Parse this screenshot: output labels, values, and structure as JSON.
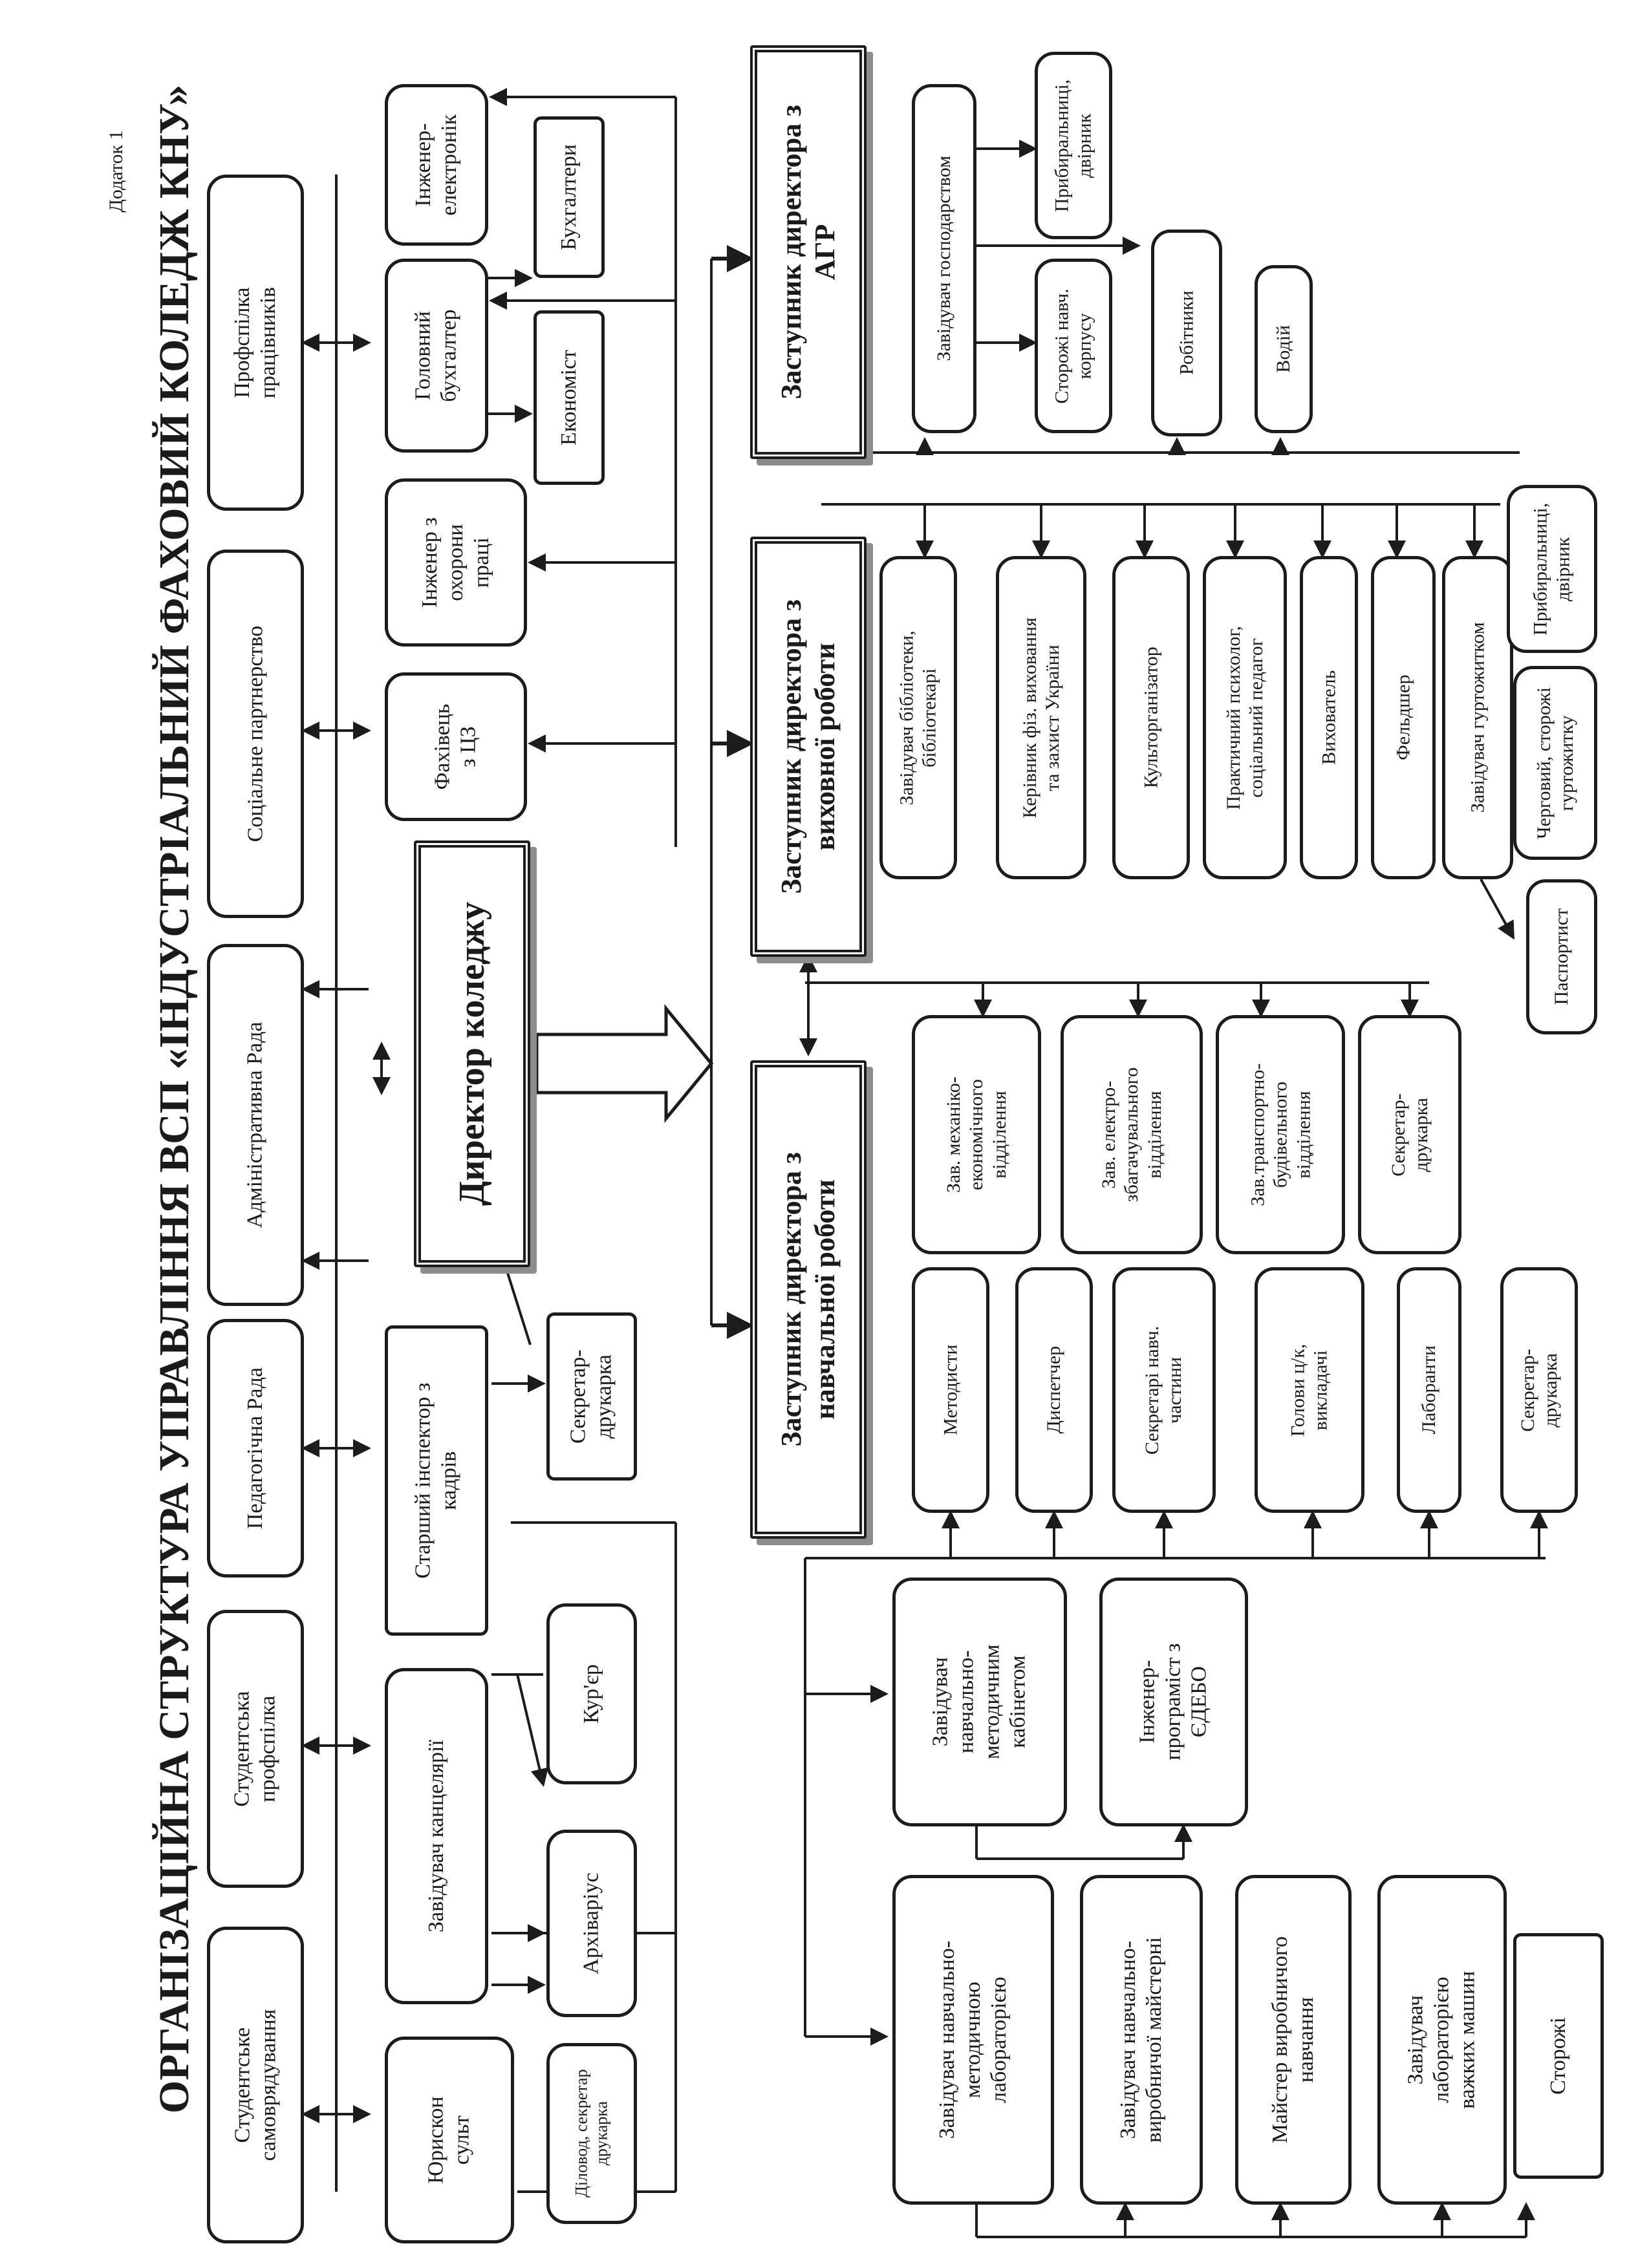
{
  "header": {
    "appendix": "Додаток 1",
    "title": "ОРГАНІЗАЦІЙНА СТРУКТУРА УПРАВЛІННЯ ВСП «ІНДУСТРІАЛЬНИЙ ФАХОВИЙ КОЛЕДЖ КНУ»"
  },
  "director": {
    "label": "Директор коледжу"
  },
  "deputies": {
    "agr": "Заступник директора з\nАГР",
    "educational": "Заступник директора з\nвиховної роботи",
    "academic": "Заступник директора з\nнавчальної роботи"
  },
  "councils": {
    "union": "Профспілка\nпрацівників",
    "partnership": "Соціальне партнерство",
    "admin_council": "Адміністративна Рада",
    "ped_council": "Педагогічна Рада",
    "student_union": "Студентська\nпрофспілка",
    "self_government": "Студентське\nсамоврядування"
  },
  "staff": {
    "engineer_electronics": "Інженер-\nелектронік",
    "accountants": "Бухгалтери",
    "chief_accountant": "Головний\nбухгалтер",
    "economist": "Економіст",
    "safety_engineer": "Інженер з\nохорони\nпраці",
    "civil_defense": "Фахівець\nз ЦЗ",
    "hr_inspector": "Старший інспектор з\nкадрів",
    "hr_secretary": "Секретар-\nдрукарка",
    "office_head": "Завідувач канцелярії",
    "courier": "Кур'єр",
    "archivist": "Архіваріус",
    "clerk": "Діловод, секретар\nдрукарка",
    "legal": "Юрискон\nсульт"
  },
  "agr_staff": {
    "housekeeping_head": "Завідувач господарством",
    "cleaners": "Прибиральниці,\nдвірник",
    "guards": "Сторожі навч.\nкорпусу",
    "workers": "Робітники",
    "driver": "Водій"
  },
  "educational_staff": {
    "librarian": "Завідувач бібліотеки,\nбібліотекарі",
    "pe_head": "Керівник фіз. виховання\nта захист України",
    "culture_organizer": "Культорганізатор",
    "psychologist": "Практичний психолог,\nсоціальний педагог",
    "tutor": "Вихователь",
    "medic": "Фельдшер",
    "dorm_head": "Завідувач гуртожитком",
    "dorm_cleaners": "Прибиральниці,\nдвірник",
    "dorm_guards": "Черговий, сторожі\nгуртожитку",
    "passport_officer": "Паспортист"
  },
  "academic_staff": {
    "dept_mech": "Зав. механіко-\nекономічного\nвідділення",
    "dept_elec": "Зав. електро-\nзбагачувального\nвідділення",
    "dept_transport": "Зав.транспортно-\nбудівельного\nвідділення",
    "secretary_typist": "Секретар-\nдрукарка",
    "methodists": "Методисти",
    "dispatcher": "Диспетчер",
    "secretaries": "Секретарі навч.\nчастини",
    "commission_heads": "Голови ц/к,\nвикладачі",
    "lab_assistants": "Лаборанти",
    "secretary_typist2": "Секретар-\nдрукарка",
    "method_office": "Завідувач\nнавчально-\nметодичним\nкабінетом",
    "engineer_programmer": "Інженер-\nпрограміст з\nЄДЕБО",
    "method_lab": "Завідувач навчально-\nметодичною\nлабораторією",
    "workshop_head": "Завідувач навчально-\nвиробничої майстерні",
    "production_master": "Майстер виробничого\nнавчання",
    "heavy_lab": "Завідувач\nлабораторією\nважких машин",
    "watchmen": "Сторожі"
  }
}
